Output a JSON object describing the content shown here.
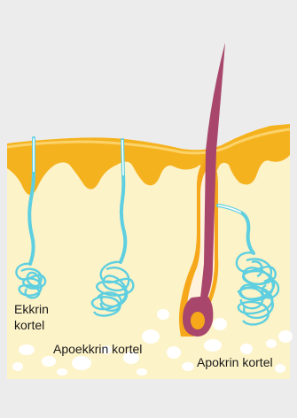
{
  "labels": {
    "eccrine_line1": "Ekkrin",
    "eccrine_line2": "kortel",
    "apoeccrine": "Apoekkrin kortel",
    "apocrine": "Apokrin kortel"
  },
  "colors": {
    "background": "#ececec",
    "dermis": "#fdf3c8",
    "epidermis": "#f5b21f",
    "duct": "#5ecfe0",
    "duct_inner": "#ffffff",
    "hair": "#a8476b",
    "hair_sheath": "#f6a81a",
    "fat_cells": "#ffffff"
  }
}
